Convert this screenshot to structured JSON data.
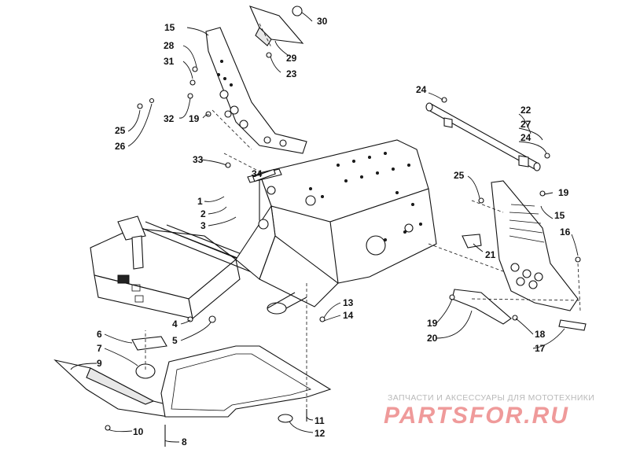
{
  "diagram": {
    "part_numbers": [
      "1",
      "2",
      "3",
      "4",
      "5",
      "6",
      "7",
      "8",
      "9",
      "10",
      "11",
      "12",
      "13",
      "14",
      "15",
      "15",
      "16",
      "17",
      "18",
      "19",
      "19",
      "19",
      "20",
      "21",
      "22",
      "23",
      "24",
      "24",
      "25",
      "25",
      "26",
      "27",
      "28",
      "29",
      "30",
      "31",
      "32",
      "33",
      "34"
    ]
  },
  "watermark": {
    "subtitle": "ЗАПЧАСТИ И АКСЕССУАРЫ ДЛЯ МОТОТЕХНИКИ",
    "logo": "PARTSFOR.RU"
  },
  "colors": {
    "line": "#111111",
    "watermark_text": "#b9b9b9",
    "watermark_logo": "#ef9a9a"
  }
}
